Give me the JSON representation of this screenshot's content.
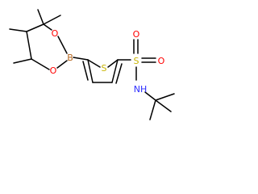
{
  "atoms": {
    "boron": "B",
    "oxygen_upper": "O",
    "oxygen_lower": "O",
    "sulfur_ring": "S",
    "sulfur_sulfonyl": "S",
    "oxygen_sulfonyl_top": "O",
    "oxygen_sulfonyl_right": "O",
    "nitrogen": "NH"
  },
  "colors": {
    "bond": "#000000",
    "boron": "#b5651d",
    "oxygen": "#ff0000",
    "sulfur": "#c8b400",
    "nitrogen": "#2d2dff"
  }
}
